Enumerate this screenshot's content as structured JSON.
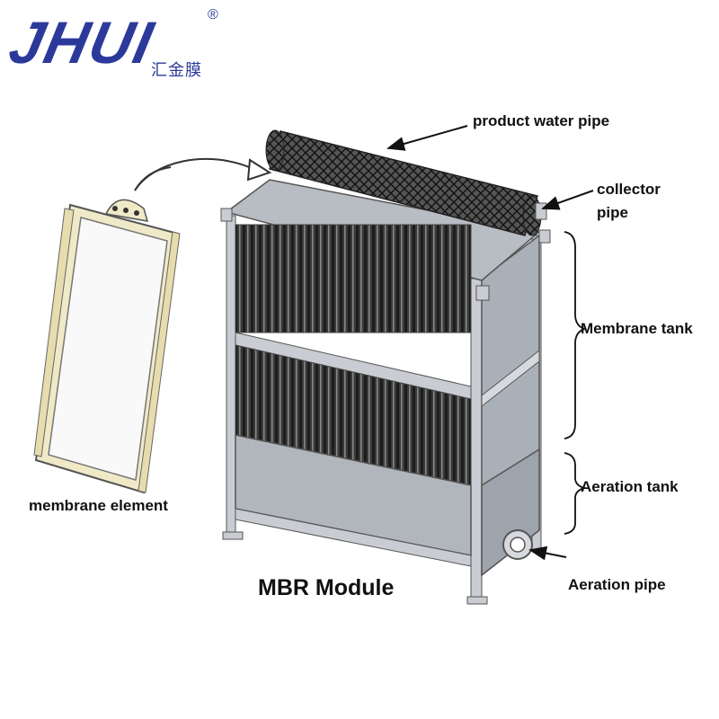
{
  "logo": {
    "brand": "JHUI",
    "registered": "®",
    "chinese": "汇金膜"
  },
  "title": "MBR Module",
  "labels": {
    "product_water_pipe": "product water pipe",
    "collector_pipe_line1": "collector",
    "collector_pipe_line2": "pipe",
    "membrane_tank": "Membrane tank",
    "aeration_tank": "Aeration tank",
    "aeration_pipe": "Aeration pipe",
    "membrane_element": "membrane element"
  },
  "colors": {
    "brand": "#2b3a9a",
    "frame": "#9aa0aa",
    "frame_dark": "#6f7580",
    "membrane_dark": "#2a2a2a",
    "element_fill": "#f4f1df"
  }
}
